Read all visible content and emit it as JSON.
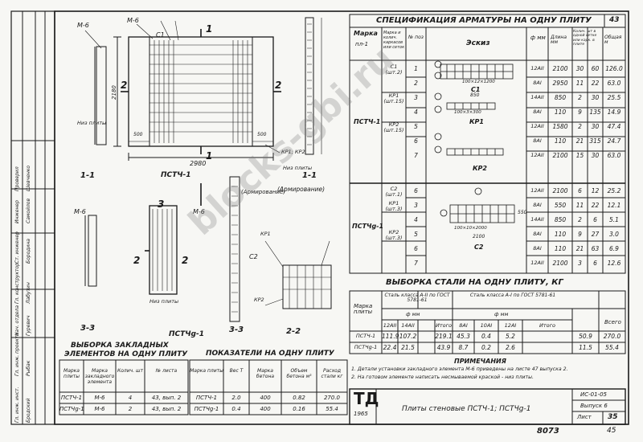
{
  "sheet": {
    "page_number": "43",
    "bottom_number": "8073",
    "bottom_index": "45"
  },
  "spec": {
    "title": "СПЕЦИФИКАЦИЯ АРМАТУРЫ НА ОДНУ ПЛИТУ",
    "headers": {
      "marka": "Марка",
      "plit": "пл-1",
      "marka_sub": "Марка и колич. каркасов или сеток",
      "num_pos": "№ поз",
      "eskiz": "Эскиз",
      "phi": "ф мм",
      "length": "Длина мм",
      "qty": "Колич. шт в одной сетке или карк. в плите",
      "total_length": "Общая м"
    },
    "group1": {
      "plate": "ПСТЧ-1",
      "rows": [
        {
          "elem": "С1 (шт.2)",
          "pos": "1",
          "phi": "12АII",
          "len": "2100",
          "n1": "30",
          "n2": "60",
          "tot": "126.0"
        },
        {
          "elem": "",
          "pos": "2",
          "phi": "8АI",
          "len": "2950",
          "n1": "11",
          "n2": "22",
          "tot": "63.0"
        },
        {
          "elem": "КР1 (шт.15)",
          "pos": "3",
          "phi": "14АII",
          "len": "850",
          "n1": "2",
          "n2": "30",
          "tot": "25.5"
        },
        {
          "elem": "",
          "pos": "4",
          "phi": "8АI",
          "len": "110",
          "n1": "9",
          "n2": "135",
          "tot": "14.9"
        },
        {
          "elem": "КР2 (шт.15)",
          "pos": "5",
          "phi": "12АII",
          "len": "1580",
          "n1": "2",
          "n2": "30",
          "tot": "47.4"
        },
        {
          "elem": "",
          "pos": "6",
          "phi": "8АI",
          "len": "110",
          "n1": "21",
          "n2": "315",
          "tot": "24.7"
        },
        {
          "elem": "",
          "pos": "7",
          "phi": "12АII",
          "len": "2100",
          "n1": "15",
          "n2": "30",
          "tot": "63.0"
        }
      ]
    },
    "group2": {
      "plate": "ПСТЧg-1",
      "rows": [
        {
          "elem": "С2 (шт.1)",
          "pos": "6",
          "phi": "12АII",
          "len": "2100",
          "n1": "6",
          "n2": "12",
          "tot": "25.2"
        },
        {
          "elem": "КР1 (шт.3)",
          "pos": "3",
          "phi": "8АI",
          "len": "550",
          "n1": "11",
          "n2": "22",
          "tot": "12.1"
        },
        {
          "elem": "",
          "pos": "4",
          "phi": "14АII",
          "len": "850",
          "n1": "2",
          "n2": "6",
          "tot": "5.1"
        },
        {
          "elem": "КР2 (шт.3)",
          "pos": "5",
          "phi": "8АI",
          "len": "110",
          "n1": "9",
          "n2": "27",
          "tot": "3.0"
        },
        {
          "elem": "",
          "pos": "6",
          "phi": "8АI",
          "len": "110",
          "n1": "21",
          "n2": "63",
          "tot": "6.9"
        },
        {
          "elem": "",
          "pos": "7",
          "phi": "12АII",
          "len": "2100",
          "n1": "3",
          "n2": "6",
          "tot": "12.6"
        }
      ]
    },
    "sketch_labels": [
      "100×12×1200",
      "850",
      "100×3×300",
      "С1",
      "КР1",
      "КР2",
      "100×10×2000",
      "2100",
      "С2",
      "550"
    ]
  },
  "steel": {
    "title": "ВЫБОРКА СТАЛИ НА ОДНУ ПЛИТУ, КГ",
    "marka": "Марка плиты",
    "class2": "Сталь класса А-II по ГОСТ 5781-61",
    "class1": "Сталь класса А-I по ГОСТ 5781-61",
    "phi_mm": "ф мм",
    "cols2": [
      "12АII",
      "14АII",
      "Итого"
    ],
    "cols1": [
      "8АI",
      "10АI",
      "12АI",
      "Итого"
    ],
    "total": "Всего",
    "rows": [
      {
        "plate": "ПСТЧ-1",
        "a": "111.9",
        "b": "107.2",
        "c": "219.1",
        "d": "45.3",
        "e": "0.4",
        "f": "5.2",
        "g": "50.9",
        "h": "270.0"
      },
      {
        "plate": "ПСТЧg-1",
        "a": "22.4",
        "b": "21.5",
        "c": "43.9",
        "d": "8.7",
        "e": "0.2",
        "f": "2.6",
        "g": "11.5",
        "h": "55.4"
      }
    ]
  },
  "notes": {
    "title": "ПРИМЕЧАНИЯ",
    "lines": [
      "1. Детали установки закладного элемента М-6 приведены на листе 47 выпуска 2.",
      "2. На готовом элементе написать несмываемой краской - низ плиты."
    ]
  },
  "embedded": {
    "title1": "ВЫБОРКА ЗАКЛАДНЫХ",
    "title2": "ЭЛЕМЕНТОВ НА ОДНУ ПЛИТУ",
    "headers": [
      "Марка плиты",
      "Марка закладного элемента",
      "Колич. шт",
      "№ листа"
    ],
    "rows": [
      [
        "ПСТЧ-1",
        "М-6",
        "4",
        "43, вып. 2"
      ],
      [
        "ПСТЧg-1",
        "М-6",
        "2",
        "43, вып. 2"
      ]
    ]
  },
  "indicators": {
    "title": "ПОКАЗАТЕЛИ НА ОДНУ ПЛИТУ",
    "headers": [
      "Марка плиты",
      "Вес Т",
      "Марка бетона",
      "Объем бетона м³",
      "Расход стали кг"
    ],
    "rows": [
      [
        "ПСТЧ-1",
        "2.0",
        "400",
        "0.82",
        "270.0"
      ],
      [
        "ПСТЧg-1",
        "0.4",
        "400",
        "0.16",
        "55.4"
      ]
    ]
  },
  "stamp": {
    "logo": "ТД",
    "year": "1965",
    "title": "Плиты стеновые ПСТЧ-1; ПСТЧg-1",
    "series": "ИС-01-05",
    "issue": "Выпуск 6",
    "sheet_label": "Лист",
    "sheet_no": "35"
  },
  "drawing_labels": {
    "m6": "М-6",
    "c1": "С1",
    "c2": "С2",
    "kp1kp2": "КР1; КР2",
    "kp1": "КР1",
    "kp2": "КР2",
    "niz": "Низ плиты",
    "sec11": "1-1",
    "sec33": "3-3",
    "sec22": "2-2",
    "pst": "ПСТЧ-1",
    "pstg": "ПСТЧg-1",
    "arm": "(Армирование)",
    "d2980": "2980",
    "d2180": "2180",
    "d500": "500",
    "d1": "1",
    "d2": "2",
    "d3": "3"
  },
  "left_strip": {
    "roles": [
      "Гл. инж. инст.",
      "Гл. инж. проекта",
      "Нач. отдела",
      "Гл. конструктор",
      "Ст. инженер",
      "Инженер",
      "Проверил"
    ],
    "names": [
      "Бродский",
      "Рыбак",
      "Гуревич",
      "Лабутин",
      "Бородина",
      "Самойлов",
      "Шевченко"
    ]
  },
  "watermark": "blocks-gbi.ru"
}
